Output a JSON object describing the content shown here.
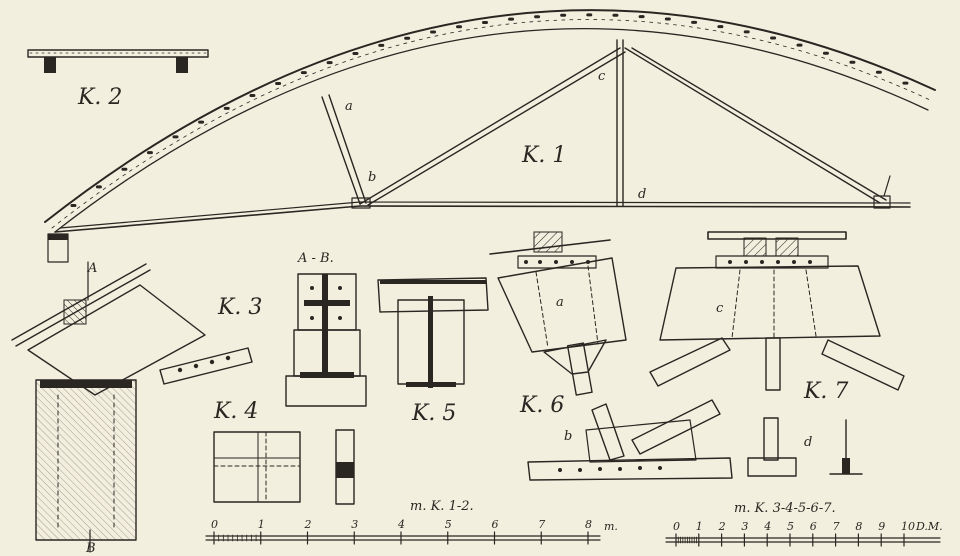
{
  "figures": {
    "k1": "K. 1",
    "k2": "K. 2",
    "k3": "K. 3",
    "k4": "K. 4",
    "k5": "K. 5",
    "k6": "K. 6",
    "k7": "K. 7"
  },
  "section_label": "A - B.",
  "point_labels": {
    "a": "a",
    "b": "b",
    "c": "c",
    "d": "d",
    "A": "A",
    "B": "B"
  },
  "scales": {
    "left": {
      "title": "m. K. 1-2.",
      "ticks": [
        "0",
        "1",
        "2",
        "3",
        "4",
        "5",
        "6",
        "7",
        "8"
      ],
      "unit": "m."
    },
    "right": {
      "title": "m. K. 3-4-5-6-7.",
      "ticks": [
        "0",
        "1",
        "2",
        "3",
        "4",
        "5",
        "6",
        "7",
        "8",
        "9",
        "10"
      ],
      "unit": "D.M."
    }
  },
  "colors": {
    "paper": "#f3efdf",
    "ink": "#2a2622"
  }
}
